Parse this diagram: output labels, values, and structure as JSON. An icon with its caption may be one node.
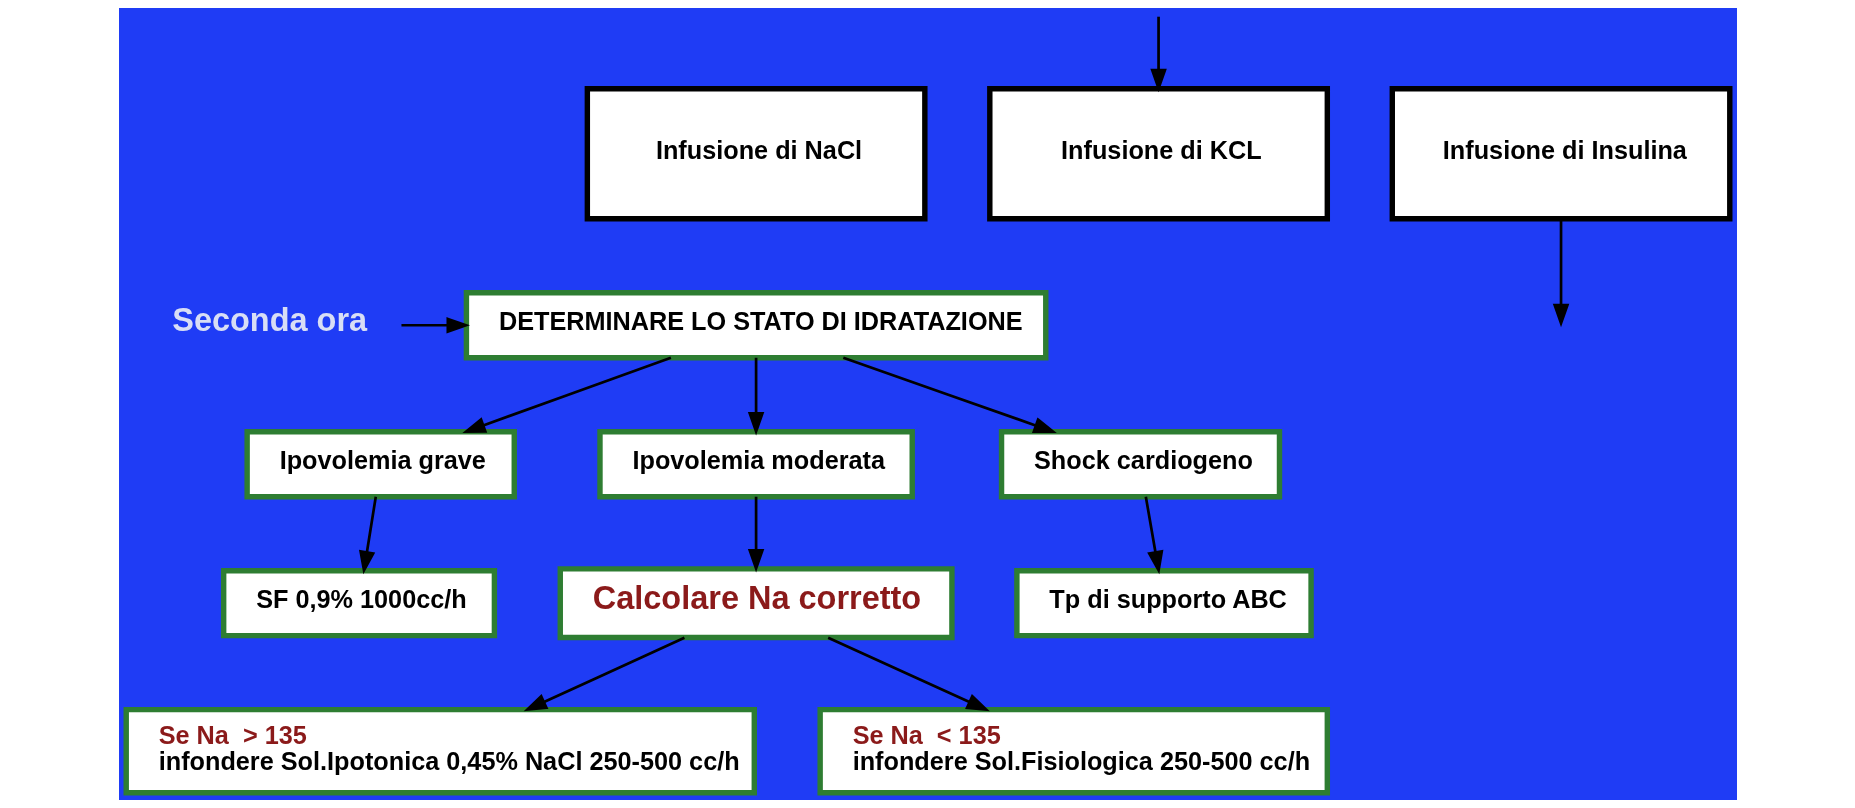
{
  "diagram": {
    "nodes": [
      {
        "text": [
          "Infusione di NaCl"
        ]
      },
      {
        "text": [
          "Infusione di KCL"
        ]
      },
      {
        "text": [
          "Infusione di Insulina"
        ]
      },
      {
        "text": [
          "Seconda ora"
        ]
      },
      {
        "text": [
          "DETERMINARE LO STATO DI IDRATAZIONE"
        ]
      },
      {
        "text": [
          "Ipovolemia grave"
        ]
      },
      {
        "text": [
          "Ipovolemia moderata"
        ]
      },
      {
        "text": [
          "Shock cardiogeno"
        ]
      },
      {
        "text": [
          "SF 0,9% 1000cc/h"
        ]
      },
      {
        "text": [
          "Calcolare Na corretto"
        ]
      },
      {
        "text": [
          "Tp di supporto ABC"
        ]
      },
      {
        "text": [
          "Se Na  > 135",
          "infondere Sol.Ipotonica 0,45% NaCl 250-500 cc/h"
        ]
      },
      {
        "text": [
          "Se Na  < 135",
          "infondere Sol.Fisiologica 250-500 cc/h"
        ]
      }
    ],
    "edges": [
      {
        "from": 2,
        "to": null,
        "arrow": "to"
      },
      {
        "from": null,
        "to": 1,
        "arrow": "to"
      },
      {
        "from": 3,
        "to": 4,
        "arrow": "to"
      },
      {
        "from": 4,
        "to": 5,
        "arrow": "to"
      },
      {
        "from": 4,
        "to": 6,
        "arrow": "to"
      },
      {
        "from": 4,
        "to": 7,
        "arrow": "to"
      },
      {
        "from": 5,
        "to": 8,
        "arrow": "to"
      },
      {
        "from": 6,
        "to": 9,
        "arrow": "to"
      },
      {
        "from": 7,
        "to": 10,
        "arrow": "to"
      },
      {
        "from": 9,
        "to": 11,
        "arrow": "to"
      },
      {
        "from": 9,
        "to": 12,
        "arrow": "to"
      }
    ]
  }
}
